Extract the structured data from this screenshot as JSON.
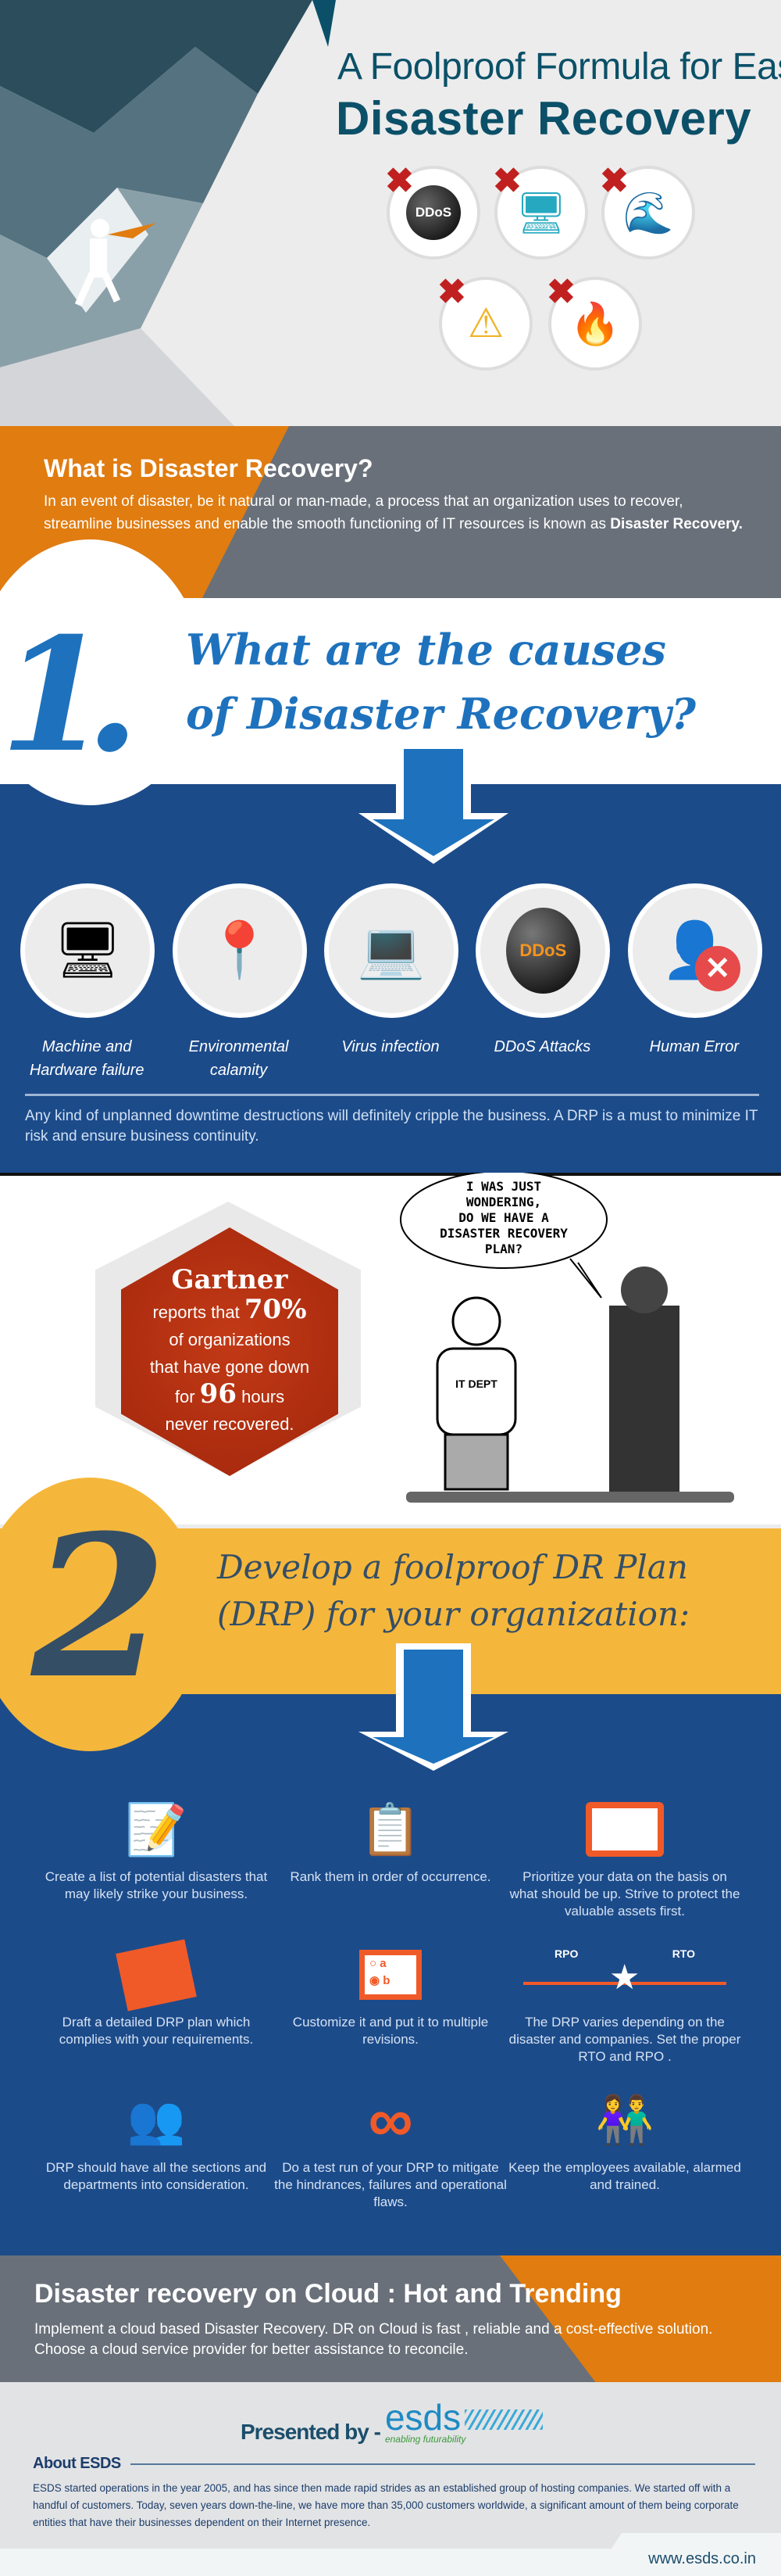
{
  "header": {
    "title_line1": "A Foolproof Formula for Easy",
    "title_line2": "Disaster Recovery",
    "icons": [
      "ddos-bomb",
      "virus-computer",
      "tsunami",
      "human-error",
      "fire"
    ]
  },
  "what": {
    "title": "What is Disaster Recovery?",
    "text": "In an event of disaster, be it natural or man-made, a process that an organization uses to recover, streamline businesses and enable the smooth functioning of IT resources is known as ",
    "text_bold": "Disaster Recovery."
  },
  "section1": {
    "number": "1.",
    "heading_line1": "What are the causes",
    "heading_line2": "of Disaster Recovery?",
    "causes": [
      {
        "label1": "Machine and",
        "label2": "Hardware failure",
        "icon": "burning-computer"
      },
      {
        "label1": "Environmental",
        "label2": "calamity",
        "icon": "tsunami-pin"
      },
      {
        "label1": "Virus infection",
        "label2": "",
        "icon": "virus-laptop"
      },
      {
        "label1": "DDoS Attacks",
        "label2": "",
        "icon": "ddos-bomb",
        "bomb_text": "DDoS"
      },
      {
        "label1": "Human Error",
        "label2": "",
        "icon": "user-error"
      }
    ],
    "footer": "Any kind of unplanned downtime destructions will definitely cripple the business. A DRP is a must to minimize IT risk and ensure business continuity."
  },
  "gartner": {
    "brand": "Gartner",
    "l1": "reports that ",
    "pct": "70%",
    "l2": "of organizations",
    "l3": "that have gone down",
    "l4a": "for ",
    "hours": "96",
    "l4b": " hours",
    "l5": "never recovered."
  },
  "comic": {
    "speech": [
      "I WAS JUST",
      "WONDERING,",
      "DO WE HAVE A",
      "DISASTER RECOVERY",
      "PLAN?"
    ],
    "shirt": "IT DEPT"
  },
  "section2": {
    "number": "2",
    "heading_line1": "Develop a foolproof DR Plan",
    "heading_line2": "(DRP) for your organization:",
    "steps": [
      {
        "icon": "checklist-pencil",
        "text": "Create a list of potential disasters that may likely strike your business."
      },
      {
        "icon": "ranked-clipboard",
        "text": "Rank them in order of occurrence."
      },
      {
        "icon": "monitor-data",
        "text": "Prioritize your data on the basis on what should be up. Strive to protect the valuable assets first."
      },
      {
        "icon": "plan-document",
        "text": "Draft a detailed DRP plan which complies with your requirements."
      },
      {
        "icon": "monitor-options",
        "text": "Customize it and put it to multiple revisions.",
        "opt_a": "a",
        "opt_b": "b"
      },
      {
        "icon": "rpo-rto-timeline",
        "text": "The DRP varies depending on the disaster and companies. Set the proper RTO and RPO .",
        "rpo": "RPO",
        "rto": "RTO"
      },
      {
        "icon": "team",
        "text": "DRP should have all the sections and departments into consideration."
      },
      {
        "icon": "infinity-gear-play",
        "text": "Do a test run of your DRP to mitigate the hindrances, failures and operational flaws."
      },
      {
        "icon": "employees",
        "text": "Keep the employees available, alarmed and trained."
      }
    ]
  },
  "cloud": {
    "title": "Disaster recovery on Cloud : Hot and Trending",
    "line1": "Implement a cloud based Disaster Recovery. DR on Cloud is fast , reliable and a cost-effective solution.",
    "line2": "Choose a cloud service provider for better assistance to reconcile."
  },
  "footer": {
    "presented_by": "Presented by -",
    "logo": "esds",
    "tagline": "enabling futurability",
    "about_title": "About ESDS",
    "about_text": "ESDS started operations in the year 2005, and has since then made rapid strides as an established group of hosting companies. We started off with a handful of customers. Today, seven years down-the-line, we have more than 35,000 customers worldwide, a significant amount of them being corporate entities that have their businesses dependent on their Internet presence.",
    "url": "www.esds.co.in"
  },
  "colors": {
    "navy": "#1c4b8a",
    "orange": "#e07c10",
    "slate": "#69707a",
    "yellow": "#f5b73b",
    "teal": "#0b5068",
    "icon_orange": "#f05a28",
    "hex_red": "#a8290c"
  }
}
